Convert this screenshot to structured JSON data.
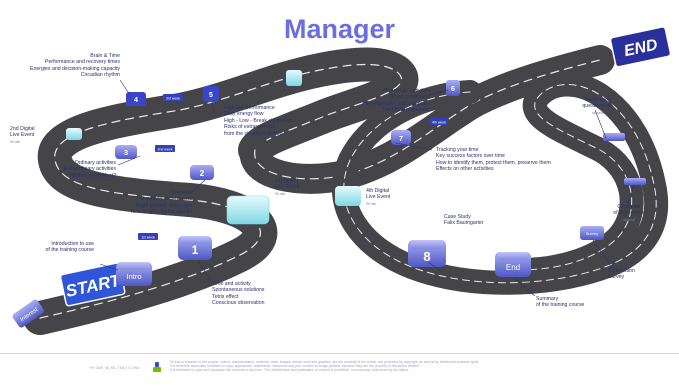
{
  "title": "Manager",
  "blocks": {
    "start": "START",
    "interest": "Interest",
    "end_sign": "END",
    "intro": "Intro",
    "n1": "1",
    "n2": "2",
    "n3": "3",
    "n4": "4",
    "n5": "5",
    "n6": "6",
    "n7": "7",
    "n8": "8",
    "end": "End",
    "survey": "Survey"
  },
  "road_signs": {
    "s1": "1st week",
    "s2": "2nd week",
    "s3": "3rd week",
    "s4": "4th week"
  },
  "texts": {
    "intro_course": [
      "Introduction to use",
      "of the training course"
    ],
    "step1": [
      "Time and activity",
      "Spontaneous solutions",
      "Tetris effect",
      "Conscious observation"
    ],
    "step2": [
      "Overview",
      "Evolution of behaviors",
      "Right actions, done right",
      "Time as glue for the results"
    ],
    "step3": [
      "Ordinary activities",
      "Extraordinary activities",
      "Method or Mindset?"
    ],
    "step4": [
      "Brain & Time",
      "Performance and recovery times",
      "Energies and decision-making capacity",
      "Circadian rhythm"
    ],
    "step5": [
      "High-low performance",
      "Daily energy flow",
      "High - Low - Break alternation",
      "Risks of estrangement",
      "from the circadian rhythm"
    ],
    "step6": [
      "\"Break Up\" activities",
      "Smart positioning",
      "Emergencies and urgencies",
      "Their time placement"
    ],
    "step7": [
      "Tracking your time",
      "Key success factors over time",
      "How to identify them, protect them, preserve them",
      "Effects on other activities"
    ],
    "step8": [
      "Case Study",
      "Falix Baumgarter"
    ],
    "summary": [
      "Summary",
      "of the training course"
    ],
    "satisfaction": [
      "Satisfaction",
      "Survey"
    ],
    "certificate": [
      "Certificate",
      "of attendance"
    ],
    "certificate_note": "optional",
    "verification": [
      "Verification",
      "questionnaire"
    ],
    "verification_note": "optional",
    "live1": [
      "1st Digital",
      "Live Event"
    ],
    "live1_note": "90 min.",
    "live2": [
      "2nd Digital",
      "Live Event"
    ],
    "live2_note": "90 min.",
    "live4": [
      "4th Digital",
      "Live Event"
    ],
    "live4_note": "90 min."
  },
  "footer": {
    "code": "PE GMS_08_MC_TM10_E_ENG",
    "lines": [
      "All that is reported in this project, videos, documentation, contents, texts, images, artistic work and graphics, are the property of the author, are protected by copyright, as well as by intellectual property rights.",
      "It is therefore absolutely forbidden to copy, appropriate, redistribute, reproduce any part, content or image present, because they are the property of the author himself.",
      "It is forbidden to copy and reproduce the contents in any form.   The redistribution and publication of content is prohibited, not expressly authorized by the author."
    ]
  },
  "colors": {
    "title": "#6a6fe0",
    "road": "#4a4a4e",
    "block": "#6a72d8",
    "live_block": "#9fe7ef",
    "text": "#2a2f6e"
  }
}
